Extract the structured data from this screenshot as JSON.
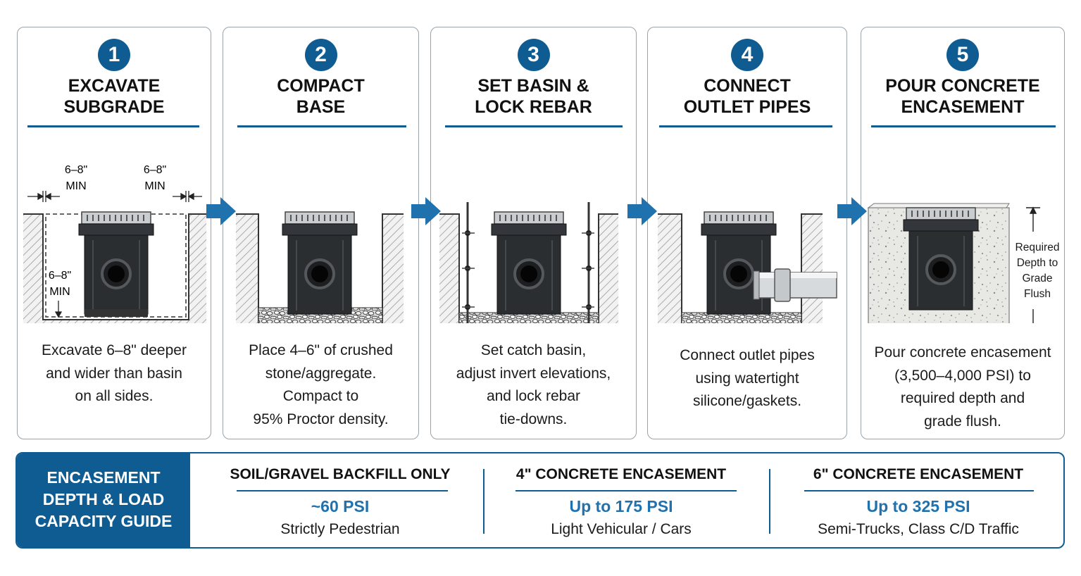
{
  "colors": {
    "accent": "#0f5c92",
    "value_text": "#1f72ad",
    "basin": "#2b2e31",
    "gravel": "#c9c9c9",
    "concrete": "#e7e7e4"
  },
  "steps": [
    {
      "number": "1",
      "title": [
        "EXCAVATE",
        "SUBGRADE"
      ],
      "labels": {
        "dim_left": [
          "6–8\"",
          "MIN"
        ],
        "dim_right": [
          "6–8\"",
          "MIN"
        ],
        "dim_bottom": [
          "6–8\"",
          "MIN"
        ]
      },
      "description": [
        "Excavate 6–8\" deeper",
        "and wider than basin",
        "on all sides."
      ]
    },
    {
      "number": "2",
      "title": [
        "COMPACT",
        "BASE"
      ],
      "description": [
        "Place 4–6\" of crushed",
        "stone/aggregate.",
        "Compact to",
        "95% Proctor density."
      ]
    },
    {
      "number": "3",
      "title": [
        "SET BASIN &",
        "LOCK REBAR"
      ],
      "description": [
        "Set catch basin,",
        "adjust invert elevations,",
        "and lock rebar",
        "tie-downs."
      ]
    },
    {
      "number": "4",
      "title": [
        "CONNECT",
        "OUTLET PIPES"
      ],
      "description": [
        "Connect outlet pipes",
        "using watertight",
        "silicone/gaskets."
      ]
    },
    {
      "number": "5",
      "title": [
        "POUR CONCRETE",
        "ENCASEMENT"
      ],
      "labels": {
        "depth": [
          "Required",
          "Depth to",
          "Grade",
          "Flush"
        ]
      },
      "description": [
        "Pour concrete encasement",
        "(3,500–4,000 PSI) to",
        "required depth and",
        "grade flush."
      ]
    }
  ],
  "guide": {
    "title": [
      "ENCASEMENT",
      "DEPTH & LOAD",
      "CAPACITY GUIDE"
    ],
    "columns": [
      {
        "heading": "SOIL/GRAVEL BACKFILL ONLY",
        "value": "~60 PSI",
        "use": "Strictly Pedestrian"
      },
      {
        "heading": "4\" CONCRETE ENCASEMENT",
        "value": "Up to 175 PSI",
        "use": "Light Vehicular / Cars"
      },
      {
        "heading": "6\" CONCRETE ENCASEMENT",
        "value": "Up to 325 PSI",
        "use": "Semi-Trucks, Class C/D Traffic"
      }
    ]
  }
}
